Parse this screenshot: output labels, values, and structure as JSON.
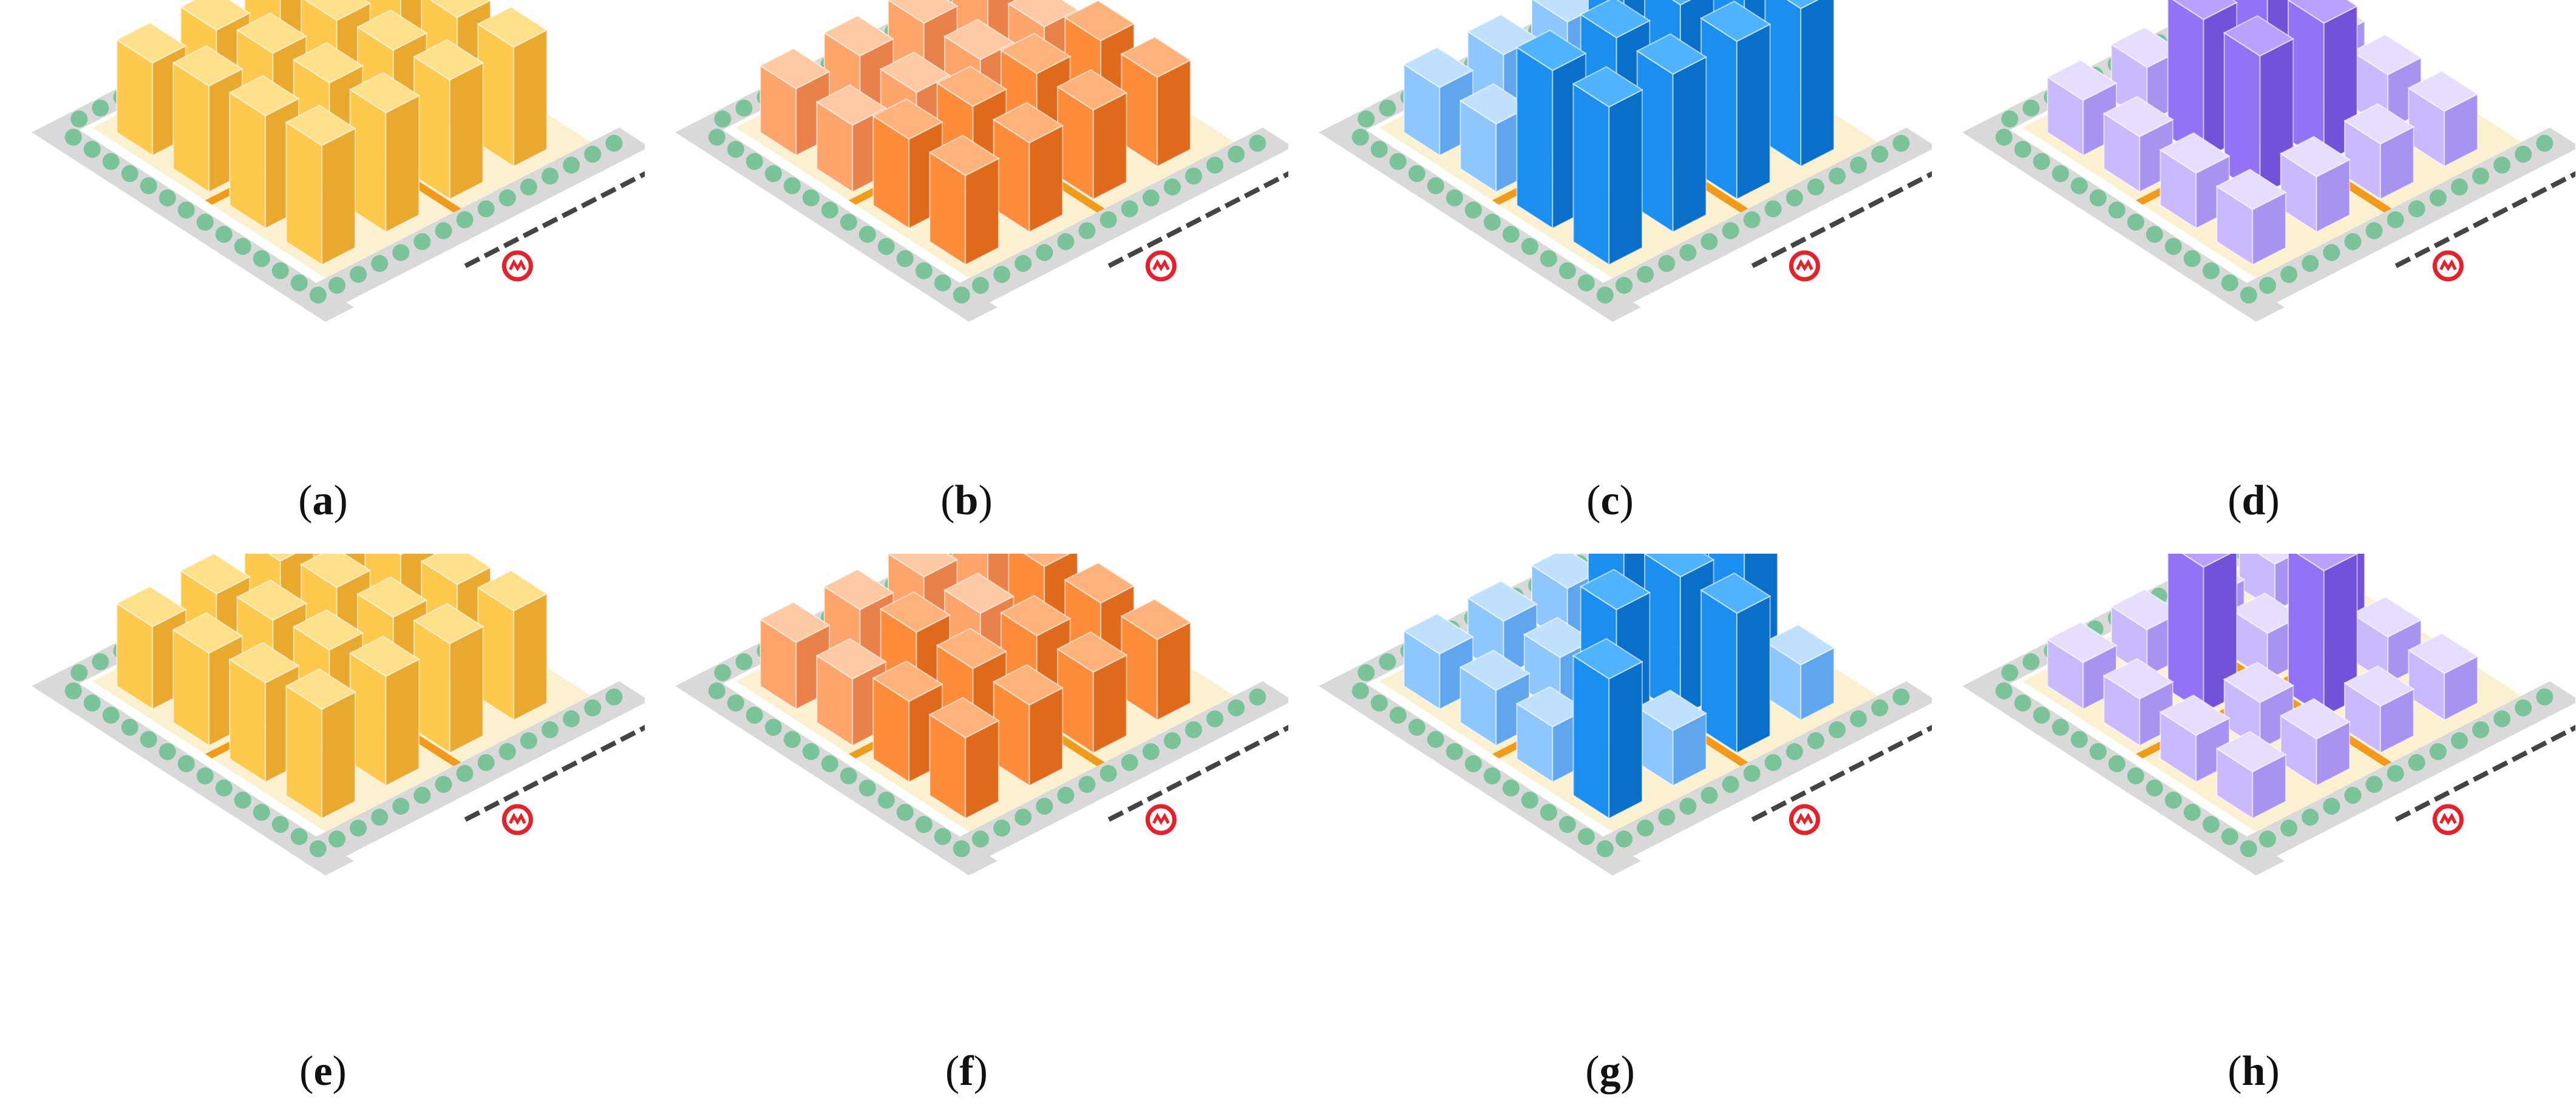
{
  "figure": {
    "panels": [
      {
        "label": "a",
        "scheme": "yellow",
        "layout": "A"
      },
      {
        "label": "b",
        "scheme": "orange",
        "layout": "B"
      },
      {
        "label": "c",
        "scheme": "blue",
        "layout": "C"
      },
      {
        "label": "d",
        "scheme": "purple",
        "layout": "D"
      },
      {
        "label": "e",
        "scheme": "yellow",
        "layout": "E"
      },
      {
        "label": "f",
        "scheme": "orange",
        "layout": "F"
      },
      {
        "label": "g",
        "scheme": "blue",
        "layout": "G"
      },
      {
        "label": "h",
        "scheme": "purple",
        "layout": "H"
      }
    ],
    "caption_open": "(",
    "caption_close": ")"
  },
  "colors": {
    "yellow": {
      "top": "#FFE08A",
      "front": "#FFC94D",
      "side": "#E8A92E"
    },
    "yellow_hi": {
      "top": "#FFE08A",
      "front": "#FFC94D",
      "side": "#E8A92E"
    },
    "orange": {
      "top": "#FFB27A",
      "front": "#FF8C3A",
      "side": "#E06A1C"
    },
    "orange_hi": {
      "top": "#FFC9A3",
      "front": "#FFA46A",
      "side": "#E8824A"
    },
    "blue": {
      "top": "#BFE0FF",
      "front": "#8EC6FF",
      "side": "#5FA6EE"
    },
    "blue_hi": {
      "top": "#4FB3FF",
      "front": "#1B8FF0",
      "side": "#0A6FC8"
    },
    "purple": {
      "top": "#E6DDFF",
      "front": "#CBB9FF",
      "side": "#A894F0"
    },
    "purple_hi": {
      "top": "#B9A2FF",
      "front": "#9272F5",
      "side": "#7152D8"
    },
    "road": "#D9D9D9",
    "ground": "#FBF1D0",
    "tree": "#7BC49A",
    "walkway": "#F29A1A",
    "metro_line": "#444444",
    "metro_sign": "#E8202A"
  },
  "icons": {
    "metro": "metro-station-icon",
    "tree": "tree-icon"
  }
}
